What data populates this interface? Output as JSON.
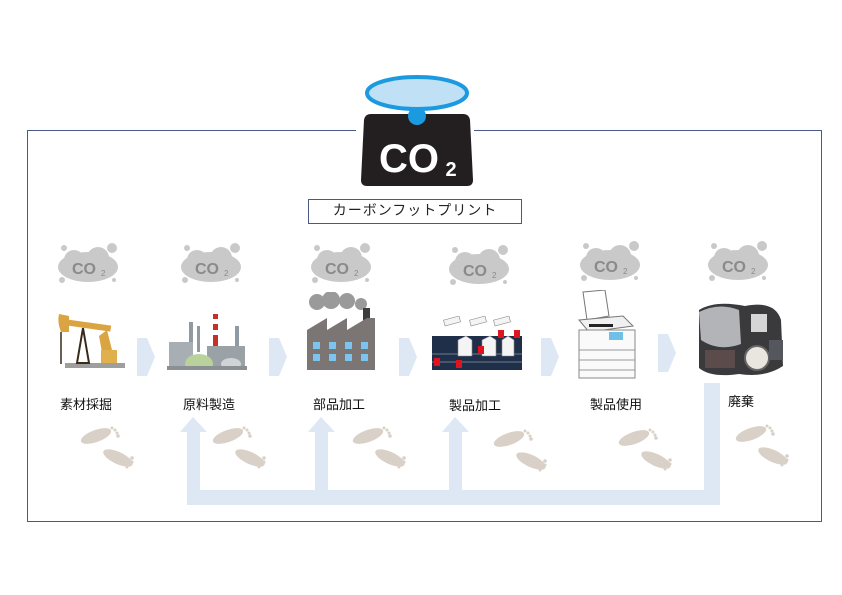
{
  "diagram": {
    "title": "カーボンフットプリント",
    "header_icon": "co2-scale-icon",
    "header_icon_text": "CO",
    "header_icon_subscript": "2",
    "colors": {
      "frame_border": "#4a5a85",
      "scale_body": "#231f20",
      "scale_dish_fill": "#bfe0f5",
      "scale_dish_stroke": "#1c9ae0",
      "cloud": "#c9c9c9",
      "cloud_text": "#8a8a8a",
      "arrow": "#dde8f4",
      "footprint": "#d9d0c7"
    },
    "stages": [
      {
        "label": "素材採掘",
        "icon": "oil-pump-icon",
        "emission": "CO2"
      },
      {
        "label": "原料製造",
        "icon": "industrial-plant-icon",
        "emission": "CO2"
      },
      {
        "label": "部品加工",
        "icon": "factory-icon",
        "emission": "CO2"
      },
      {
        "label": "製品加工",
        "icon": "robot-assembly-line-icon",
        "emission": "CO2"
      },
      {
        "label": "製品使用",
        "icon": "copier-machine-icon",
        "emission": "CO2"
      },
      {
        "label": "廃棄",
        "icon": "waste-pile-icon",
        "emission": "CO2"
      }
    ],
    "cloud_text": "CO",
    "cloud_subscript": "2",
    "flow_arrows": [
      "chevron-right-icon",
      "chevron-right-icon",
      "chevron-right-icon",
      "chevron-right-icon",
      "chevron-right-icon"
    ],
    "recycle_arrow": {
      "from": "廃棄",
      "to": [
        "原料製造",
        "部品加工",
        "製品加工"
      ]
    },
    "footprints_count": 6
  }
}
